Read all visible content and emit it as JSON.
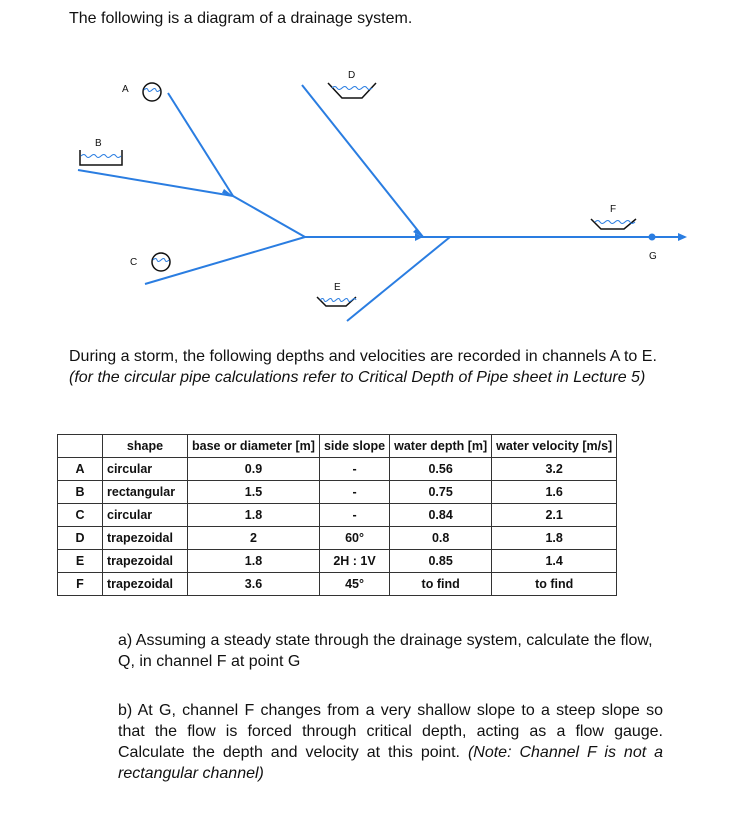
{
  "intro": "The following is a diagram of a drainage system.",
  "diagram": {
    "labels": {
      "A": "A",
      "B": "B",
      "C": "C",
      "D": "D",
      "E": "E",
      "F": "F",
      "G": "G"
    },
    "line_color": "#2a7de1"
  },
  "paragraph": {
    "main": "During a storm, the following depths and velocities are recorded in channels A to E.",
    "note": "(for the circular pipe calculations refer to Critical Depth of Pipe sheet in Lecture 5)"
  },
  "table": {
    "headers": [
      "",
      "shape",
      "base or diameter [m]",
      "side slope",
      "water depth [m]",
      "water velocity [m/s]"
    ],
    "rows": [
      [
        "A",
        "circular",
        "0.9",
        "-",
        "0.56",
        "3.2"
      ],
      [
        "B",
        "rectangular",
        "1.5",
        "-",
        "0.75",
        "1.6"
      ],
      [
        "C",
        "circular",
        "1.8",
        "-",
        "0.84",
        "2.1"
      ],
      [
        "D",
        "trapezoidal",
        "2",
        "60°",
        "0.8",
        "1.8"
      ],
      [
        "E",
        "trapezoidal",
        "1.8",
        "2H : 1V",
        "0.85",
        "1.4"
      ],
      [
        "F",
        "trapezoidal",
        "3.6",
        "45°",
        "to find",
        "to find"
      ]
    ]
  },
  "questions": {
    "a": "a) Assuming a steady state through the drainage system, calculate the flow, Q, in channel F at point G",
    "b_main": "b) At G, channel F changes from a very shallow slope to a steep slope so that the flow is forced through critical depth, acting as a flow gauge. Calculate the depth and velocity at this point.",
    "b_note": "(Note: Channel F is not a rectangular channel)"
  }
}
